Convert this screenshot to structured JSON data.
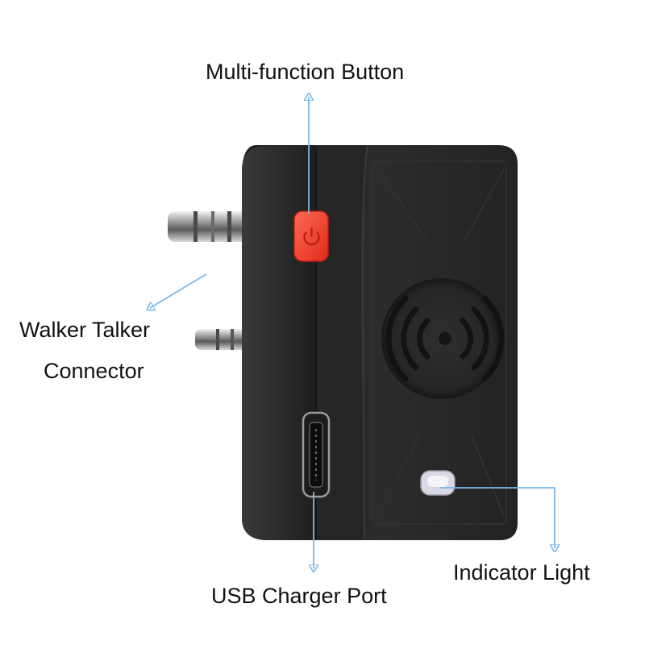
{
  "labels": {
    "multi_function_button": "Multi-function Button",
    "walkie_talkie_line1": "Walker Talker",
    "walkie_talkie_line2": "Connector",
    "usb_charger_port": "USB Charger Port",
    "indicator_light": "Indicator Light"
  },
  "colors": {
    "background": "#ffffff",
    "device_body": "#2b2b2b",
    "button": "#ff3b2f",
    "callout_line": "#7ab8e6",
    "label_text": "#111111"
  },
  "icons": [
    "bluetooth-wave-icon",
    "power-icon"
  ]
}
